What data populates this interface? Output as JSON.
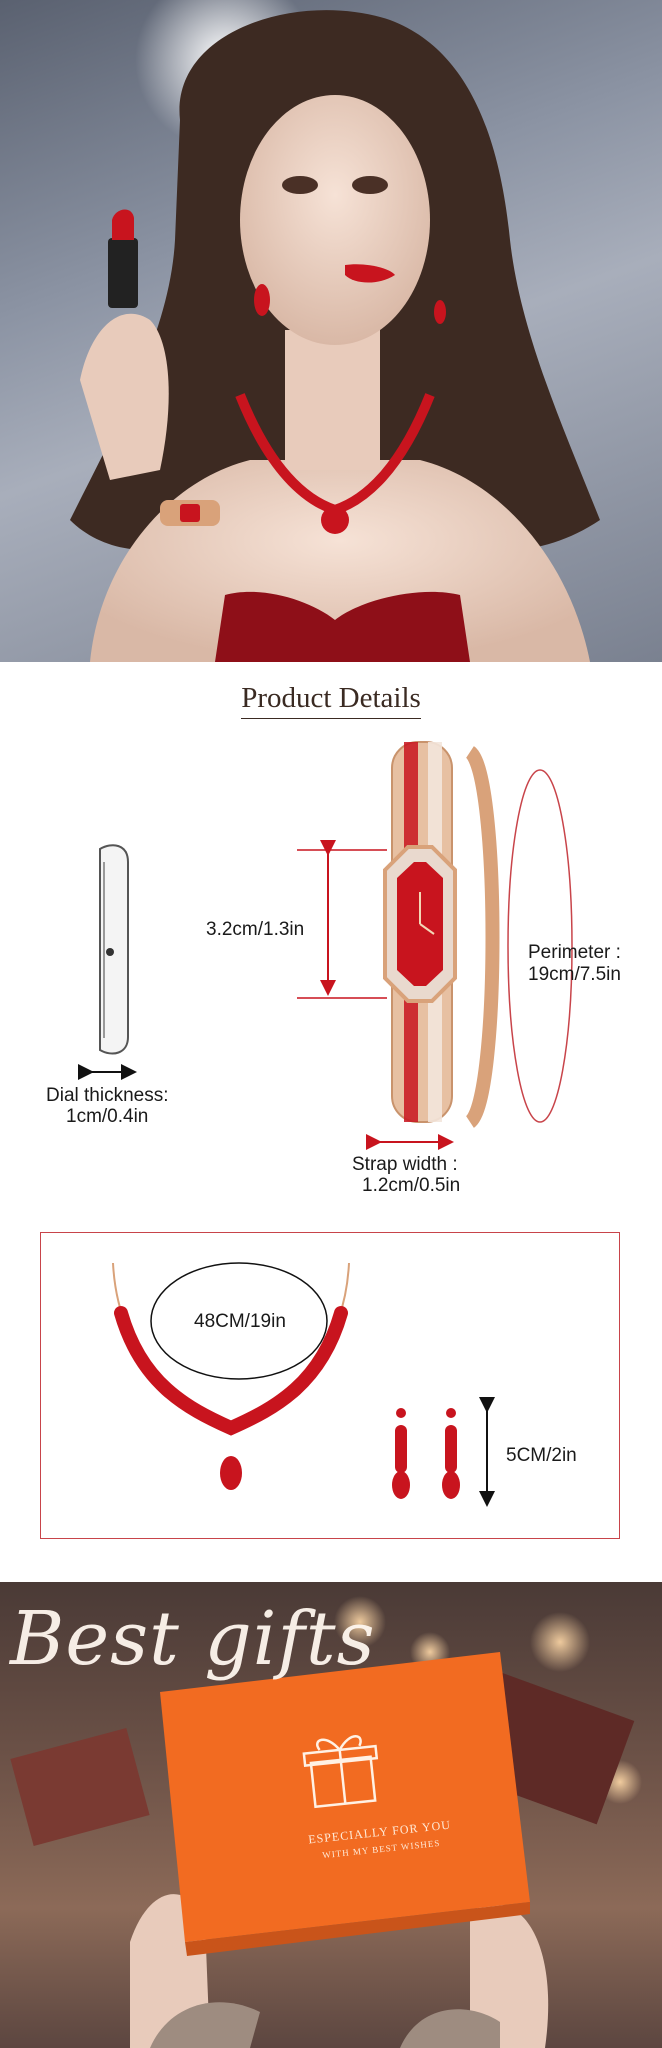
{
  "details": {
    "title": "Product Details",
    "dial_height": "3.2cm/1.3in",
    "perimeter_label": "Perimeter :",
    "perimeter_value": "19cm/7.5in",
    "dial_thickness_label": "Dial thickness:",
    "dial_thickness_value": "1cm/0.4in",
    "strap_width_label": "Strap width :",
    "strap_width_value": "1.2cm/0.5in",
    "necklace_length": "48CM/19in",
    "earring_length": "5CM/2in"
  },
  "gift": {
    "script_text": "Best gifts",
    "box_line1": "ESPECIALLY FOR YOU",
    "box_line2": "WITH MY BEST WISHES"
  },
  "colors": {
    "jewel_red": "#c8141e",
    "rose_gold": "#d9a27a",
    "box_orange": "#f26b21",
    "border_red": "#c8444a"
  }
}
